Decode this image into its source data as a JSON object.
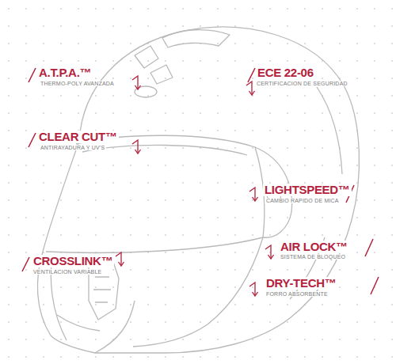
{
  "diagram": {
    "labels": [
      "A.T.P.A.™",
      "THERMO-POLY AVANZADA",
      "ECE 22-06",
      "CERTIFICACION DE SEGURIDAD",
      "CLEAR CUT™",
      "ANTIRAYADURA Y UV'S",
      "LIGHTSPEED™",
      "CAMBIO RAPIDO DE MICA",
      "AIR LOCK™",
      "SISTEMA DE BLOQUEO",
      "CROSSLINK™",
      "VENTILACION VARIABLE",
      "DRY-TECH™",
      "FORRO ABSORBENTE"
    ]
  }
}
